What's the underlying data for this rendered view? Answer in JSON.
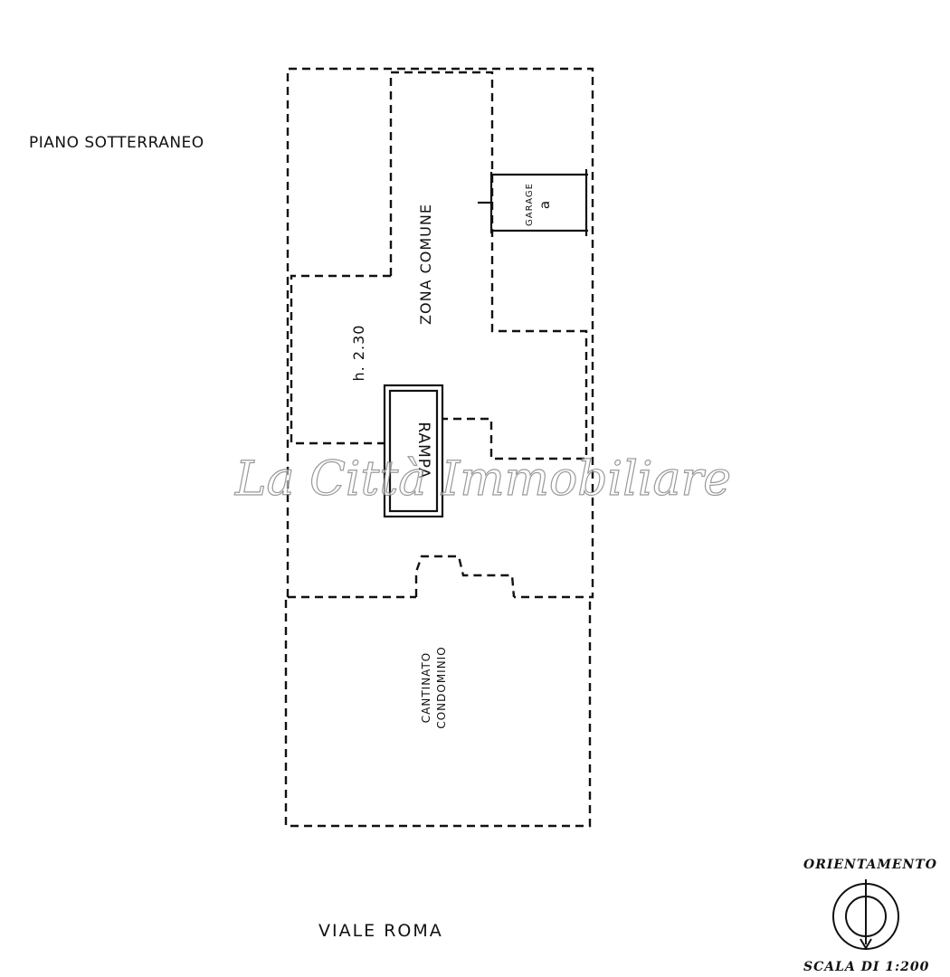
{
  "plan": {
    "floor_title": "PIANO SOTTERRANEO",
    "zona_comune": "ZONA COMUNE",
    "garage_label": "GARAGE",
    "garage_number": "a",
    "height_label": "h. 2.30",
    "rampa_label": "RAMPA",
    "cantinato_line1": "CANTINATO",
    "cantinato_line2": "CONDOMINIO",
    "street_label": "VIALE ROMA"
  },
  "legend": {
    "orientation_label": "ORIENTAMENTO",
    "scale_label": "SCALA DI 1:200"
  },
  "watermark": {
    "text": "La Città Immobiliare"
  },
  "icons": {
    "compass": "north-arrow-icon"
  }
}
